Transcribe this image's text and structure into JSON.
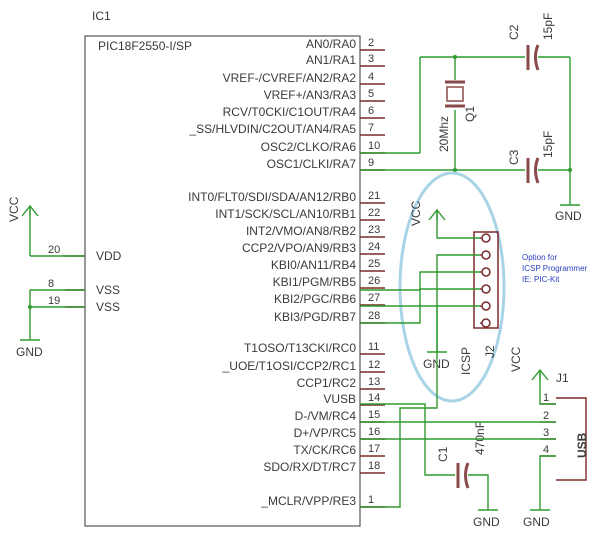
{
  "ic1": {
    "ref": "IC1",
    "part": "PIC18F2550-I/SP",
    "left_pins": [
      {
        "num": "20",
        "name": "VDD"
      },
      {
        "num": "8",
        "name": "VSS"
      },
      {
        "num": "19",
        "name": "VSS"
      }
    ],
    "right_pins": [
      {
        "num": "2",
        "name": "AN0/RA0"
      },
      {
        "num": "3",
        "name": "AN1/RA1"
      },
      {
        "num": "4",
        "name": "VREF-/CVREF/AN2/RA2"
      },
      {
        "num": "5",
        "name": "VREF+/AN3/RA3"
      },
      {
        "num": "6",
        "name": "RCV/T0CKI/C1OUT/RA4"
      },
      {
        "num": "7",
        "name": "_SS/HLVDIN/C2OUT/AN4/RA5"
      },
      {
        "num": "10",
        "name": "OSC2/CLKO/RA6"
      },
      {
        "num": "9",
        "name": "OSC1/CLKI/RA7"
      },
      {
        "num": "21",
        "name": "INT0/FLT0/SDI/SDA/AN12/RB0"
      },
      {
        "num": "22",
        "name": "INT1/SCK/SCL/AN10/RB1"
      },
      {
        "num": "23",
        "name": "INT2/VMO/AN8/RB2"
      },
      {
        "num": "24",
        "name": "CCP2/VPO/AN9/RB3"
      },
      {
        "num": "25",
        "name": "KBI0/AN11/RB4"
      },
      {
        "num": "26",
        "name": "KBI1/PGM/RB5"
      },
      {
        "num": "27",
        "name": "KBI2/PGC/RB6"
      },
      {
        "num": "28",
        "name": "KBI3/PGD/RB7"
      },
      {
        "num": "11",
        "name": "T1OSO/T13CKI/RC0"
      },
      {
        "num": "12",
        "name": "_UOE/T1OSI/CCP2/RC1"
      },
      {
        "num": "13",
        "name": "CCP1/RC2"
      },
      {
        "num": "14",
        "name": "VUSB"
      },
      {
        "num": "15",
        "name": "D-/VM/RC4"
      },
      {
        "num": "16",
        "name": "D+/VP/RC5"
      },
      {
        "num": "17",
        "name": "TX/CK/RC6"
      },
      {
        "num": "18",
        "name": "SDO/RX/DT/RC7"
      },
      {
        "num": "1",
        "name": "_MCLR/VPP/RE3"
      }
    ]
  },
  "power": {
    "vcc": "VCC",
    "gnd": "GND"
  },
  "crystal": {
    "ref": "Q1",
    "value": "20Mhz"
  },
  "c1": {
    "ref": "C1",
    "value": "470nF"
  },
  "c2": {
    "ref": "C2",
    "value": "15pF"
  },
  "c3": {
    "ref": "C3",
    "value": "15pF"
  },
  "j2": {
    "ref": "J2",
    "label": "ICSP"
  },
  "j1": {
    "ref": "J1",
    "label": "USB",
    "pins": [
      "1",
      "2",
      "3",
      "4"
    ]
  },
  "note": {
    "line1": "Option for",
    "line2": "ICSP Programmer",
    "line3": "IE: PIC-Kit"
  },
  "colors": {
    "wire": "#2f9a2f",
    "ellipse": "#a8d4e6",
    "note": "#2b3fbf"
  }
}
